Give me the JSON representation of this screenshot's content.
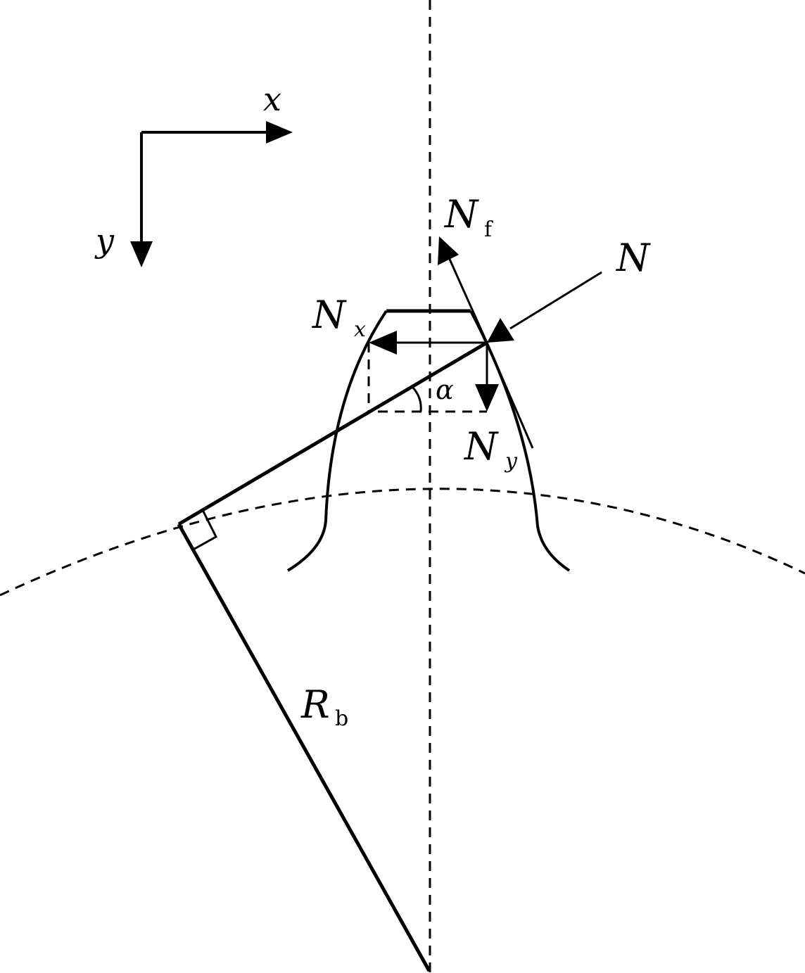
{
  "labels": {
    "axis_x": "x",
    "axis_y": "y",
    "N": "N",
    "Nf_main": "N",
    "Nf_sub": "f",
    "Nx_main": "N",
    "Nx_sub": "x",
    "Ny_main": "N",
    "Ny_sub": "y",
    "alpha": "α",
    "Rb_main": "R",
    "Rb_sub": "b"
  }
}
